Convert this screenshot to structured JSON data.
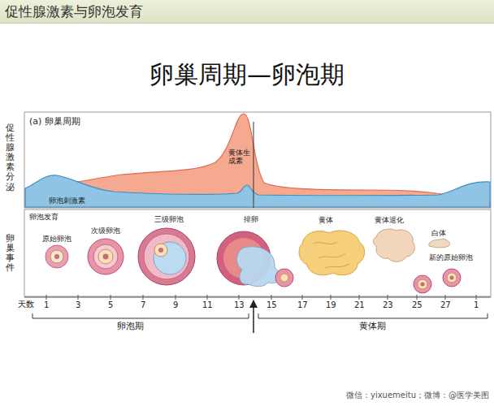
{
  "diagram": {
    "title": "卵巢周期—卵泡期",
    "nodes": [
      {
        "text": [
          "促性腺激素与卵泡发育"
        ]
      }
    ],
    "labels": [
      "(a) 卵巢周期",
      "促性腺激素分泌",
      "黄体生成素",
      "卵泡刺激素",
      "卵巢事件",
      "卵泡发育",
      "原始卵泡",
      "次级卵泡",
      "三级卵泡",
      "排卵",
      "黄体",
      "黄体退化",
      "白体",
      "新的原始卵泡",
      "天数",
      "1",
      "3",
      "5",
      "7",
      "9",
      "11",
      "13",
      "15",
      "17",
      "19",
      "21",
      "23",
      "25",
      "27",
      "1",
      "卵泡期",
      "黄体期",
      "微信：yixuemeitu；微博：@医学美图"
    ]
  }
}
